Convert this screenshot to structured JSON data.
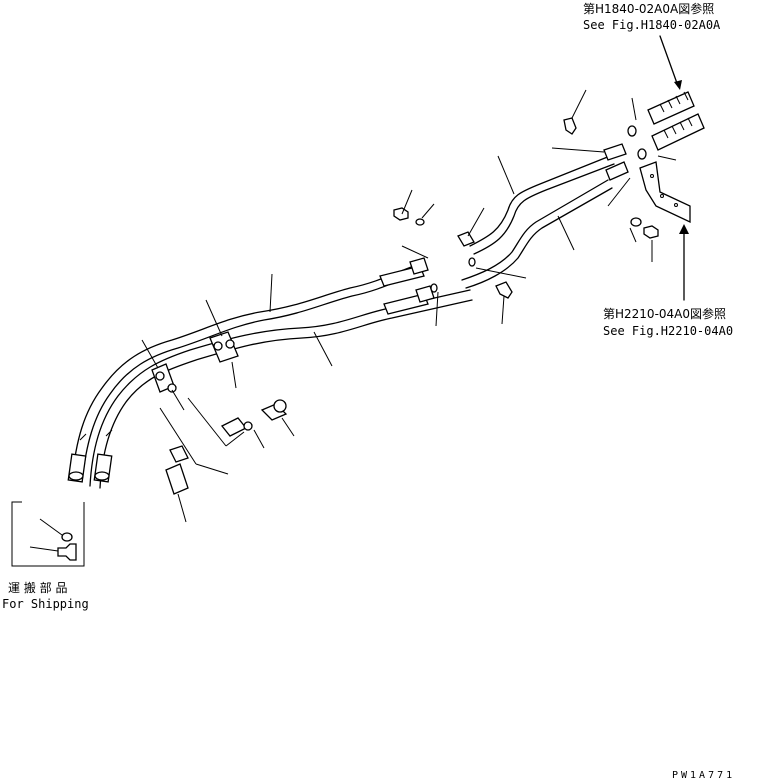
{
  "references": {
    "top_ja": "第H1840-02A0A図参照",
    "top_en": "See Fig.H1840-02A0A",
    "right_ja": "第H2210-04A0図参照",
    "right_en": "See Fig.H2210-04A0"
  },
  "shipping": {
    "ja": "運 搬 部 品",
    "en": "For Shipping"
  },
  "drawing_code": "PW1A771"
}
